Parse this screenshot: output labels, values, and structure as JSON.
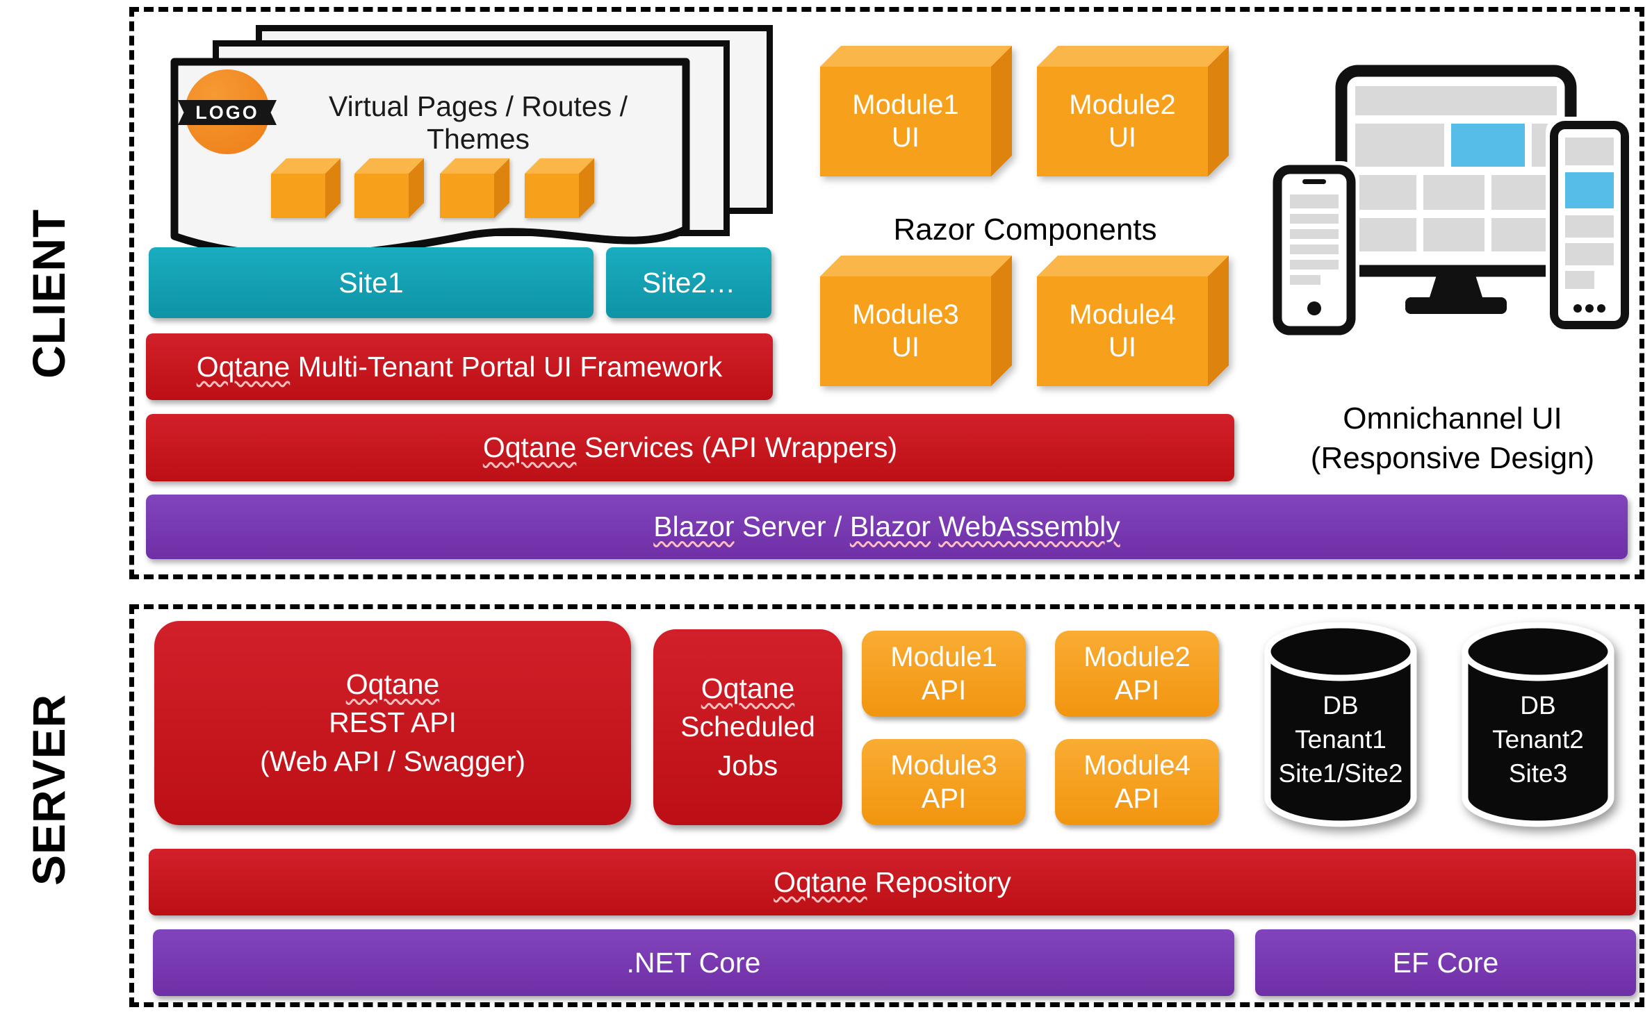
{
  "sections": {
    "client_label": "CLIENT",
    "server_label": "SERVER"
  },
  "client": {
    "pages": {
      "logo_text": "LOGO",
      "title": "Virtual Pages / Routes / Themes"
    },
    "site1": "Site1",
    "site2": "Site2…",
    "portal_bar": [
      {
        "text": "Oqtane",
        "squiggle": true
      },
      {
        "text": " Multi-Tenant Portal UI Framework"
      }
    ],
    "services_bar": [
      {
        "text": "Oqtane",
        "squiggle": true
      },
      {
        "text": " Services (API Wrappers)"
      }
    ],
    "blazor_bar": [
      {
        "text": "Blazor",
        "squiggle": true
      },
      {
        "text": " Server / "
      },
      {
        "text": "Blazor",
        "squiggle": true
      },
      {
        "text": " "
      },
      {
        "text": "WebAssembly",
        "squiggle": true
      }
    ],
    "razor_components_label": "Razor Components",
    "module_ui": [
      "Module1\nUI",
      "Module2\nUI",
      "Module3\nUI",
      "Module4\nUI"
    ],
    "omnichannel_caption": "Omnichannel UI\n(Responsive Design)"
  },
  "server": {
    "rest_api": {
      "line1": [
        {
          "text": "Oqtane",
          "squiggle": true
        }
      ],
      "line2": "REST API",
      "line3": "(Web API / Swagger)"
    },
    "scheduled_jobs": {
      "line1": [
        {
          "text": "Oqtane",
          "squiggle": true
        }
      ],
      "line2": "Scheduled",
      "line3": "Jobs"
    },
    "module_api": [
      "Module1\nAPI",
      "Module2\nAPI",
      "Module3\nAPI",
      "Module4\nAPI"
    ],
    "databases": [
      "DB\nTenant1\nSite1/Site2",
      "DB\nTenant2\nSite3"
    ],
    "repository_bar": [
      {
        "text": "Oqtane",
        "squiggle": true
      },
      {
        "text": " Repository"
      }
    ],
    "dotnet_label": ".NET Core",
    "ef_label": "EF Core"
  },
  "colors": {
    "red": "#C8151C",
    "orange": "#F7A01B",
    "orange_light": "#FBB649",
    "orange_dark": "#DE830E",
    "teal": "#13A3B5",
    "purple": "#7838B0",
    "blue_screen": "#56BDE8",
    "gray_screen": "#D9D9D9"
  }
}
